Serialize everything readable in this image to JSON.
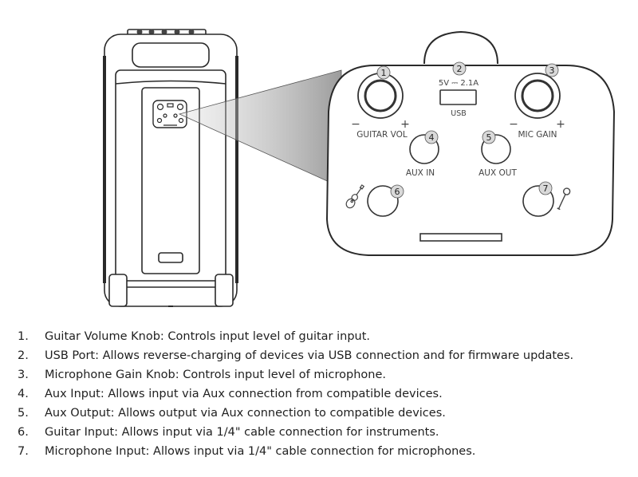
{
  "panel": {
    "usb_rating": "5V ⎓ 2.1A",
    "usb_label": "USB",
    "guitar_vol_label": "GUITAR VOL",
    "mic_gain_label": "MIC GAIN",
    "aux_in_label": "AUX IN",
    "aux_out_label": "AUX OUT",
    "minus": "−",
    "plus": "+"
  },
  "callouts": [
    "1",
    "2",
    "3",
    "4",
    "5",
    "6",
    "7"
  ],
  "icons": {
    "guitar": "guitar-icon",
    "microphone": "microphone-icon"
  },
  "legend": [
    {
      "num": "1.",
      "text": "Guitar Volume Knob: Controls input level of guitar input."
    },
    {
      "num": "2.",
      "text": "USB Port: Allows reverse-charging of devices via USB connection and for firmware updates."
    },
    {
      "num": "3.",
      "text": "Microphone Gain Knob: Controls input level of microphone."
    },
    {
      "num": "4.",
      "text": "Aux Input: Allows input via Aux connection from compatible devices."
    },
    {
      "num": "5.",
      "text": "Aux Output: Allows output via Aux connection to compatible devices."
    },
    {
      "num": "6.",
      "text": "Guitar Input: Allows input via 1/4\" cable connection for instruments."
    },
    {
      "num": "7.",
      "text": "Microphone Input: Allows input via 1/4\" cable connection for microphones."
    }
  ]
}
